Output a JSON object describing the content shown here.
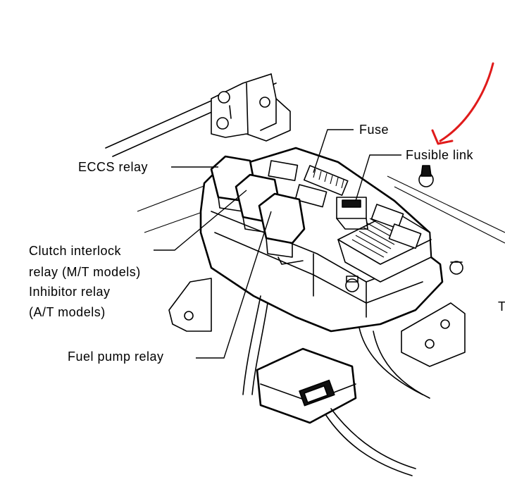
{
  "diagram": {
    "labels": {
      "eccs_relay": "ECCS relay",
      "clutch_line1": "Clutch interlock",
      "clutch_line2": "relay (M/T models)",
      "inhibitor_line1": "Inhibitor relay",
      "inhibitor_line2": "(A/T models)",
      "fuel_pump_relay": "Fuel pump relay",
      "fuse": "Fuse",
      "fusible_link": "Fusible link",
      "edge_fragment": "T"
    },
    "annotation": {
      "arrow_color": "#e01b1b"
    }
  }
}
